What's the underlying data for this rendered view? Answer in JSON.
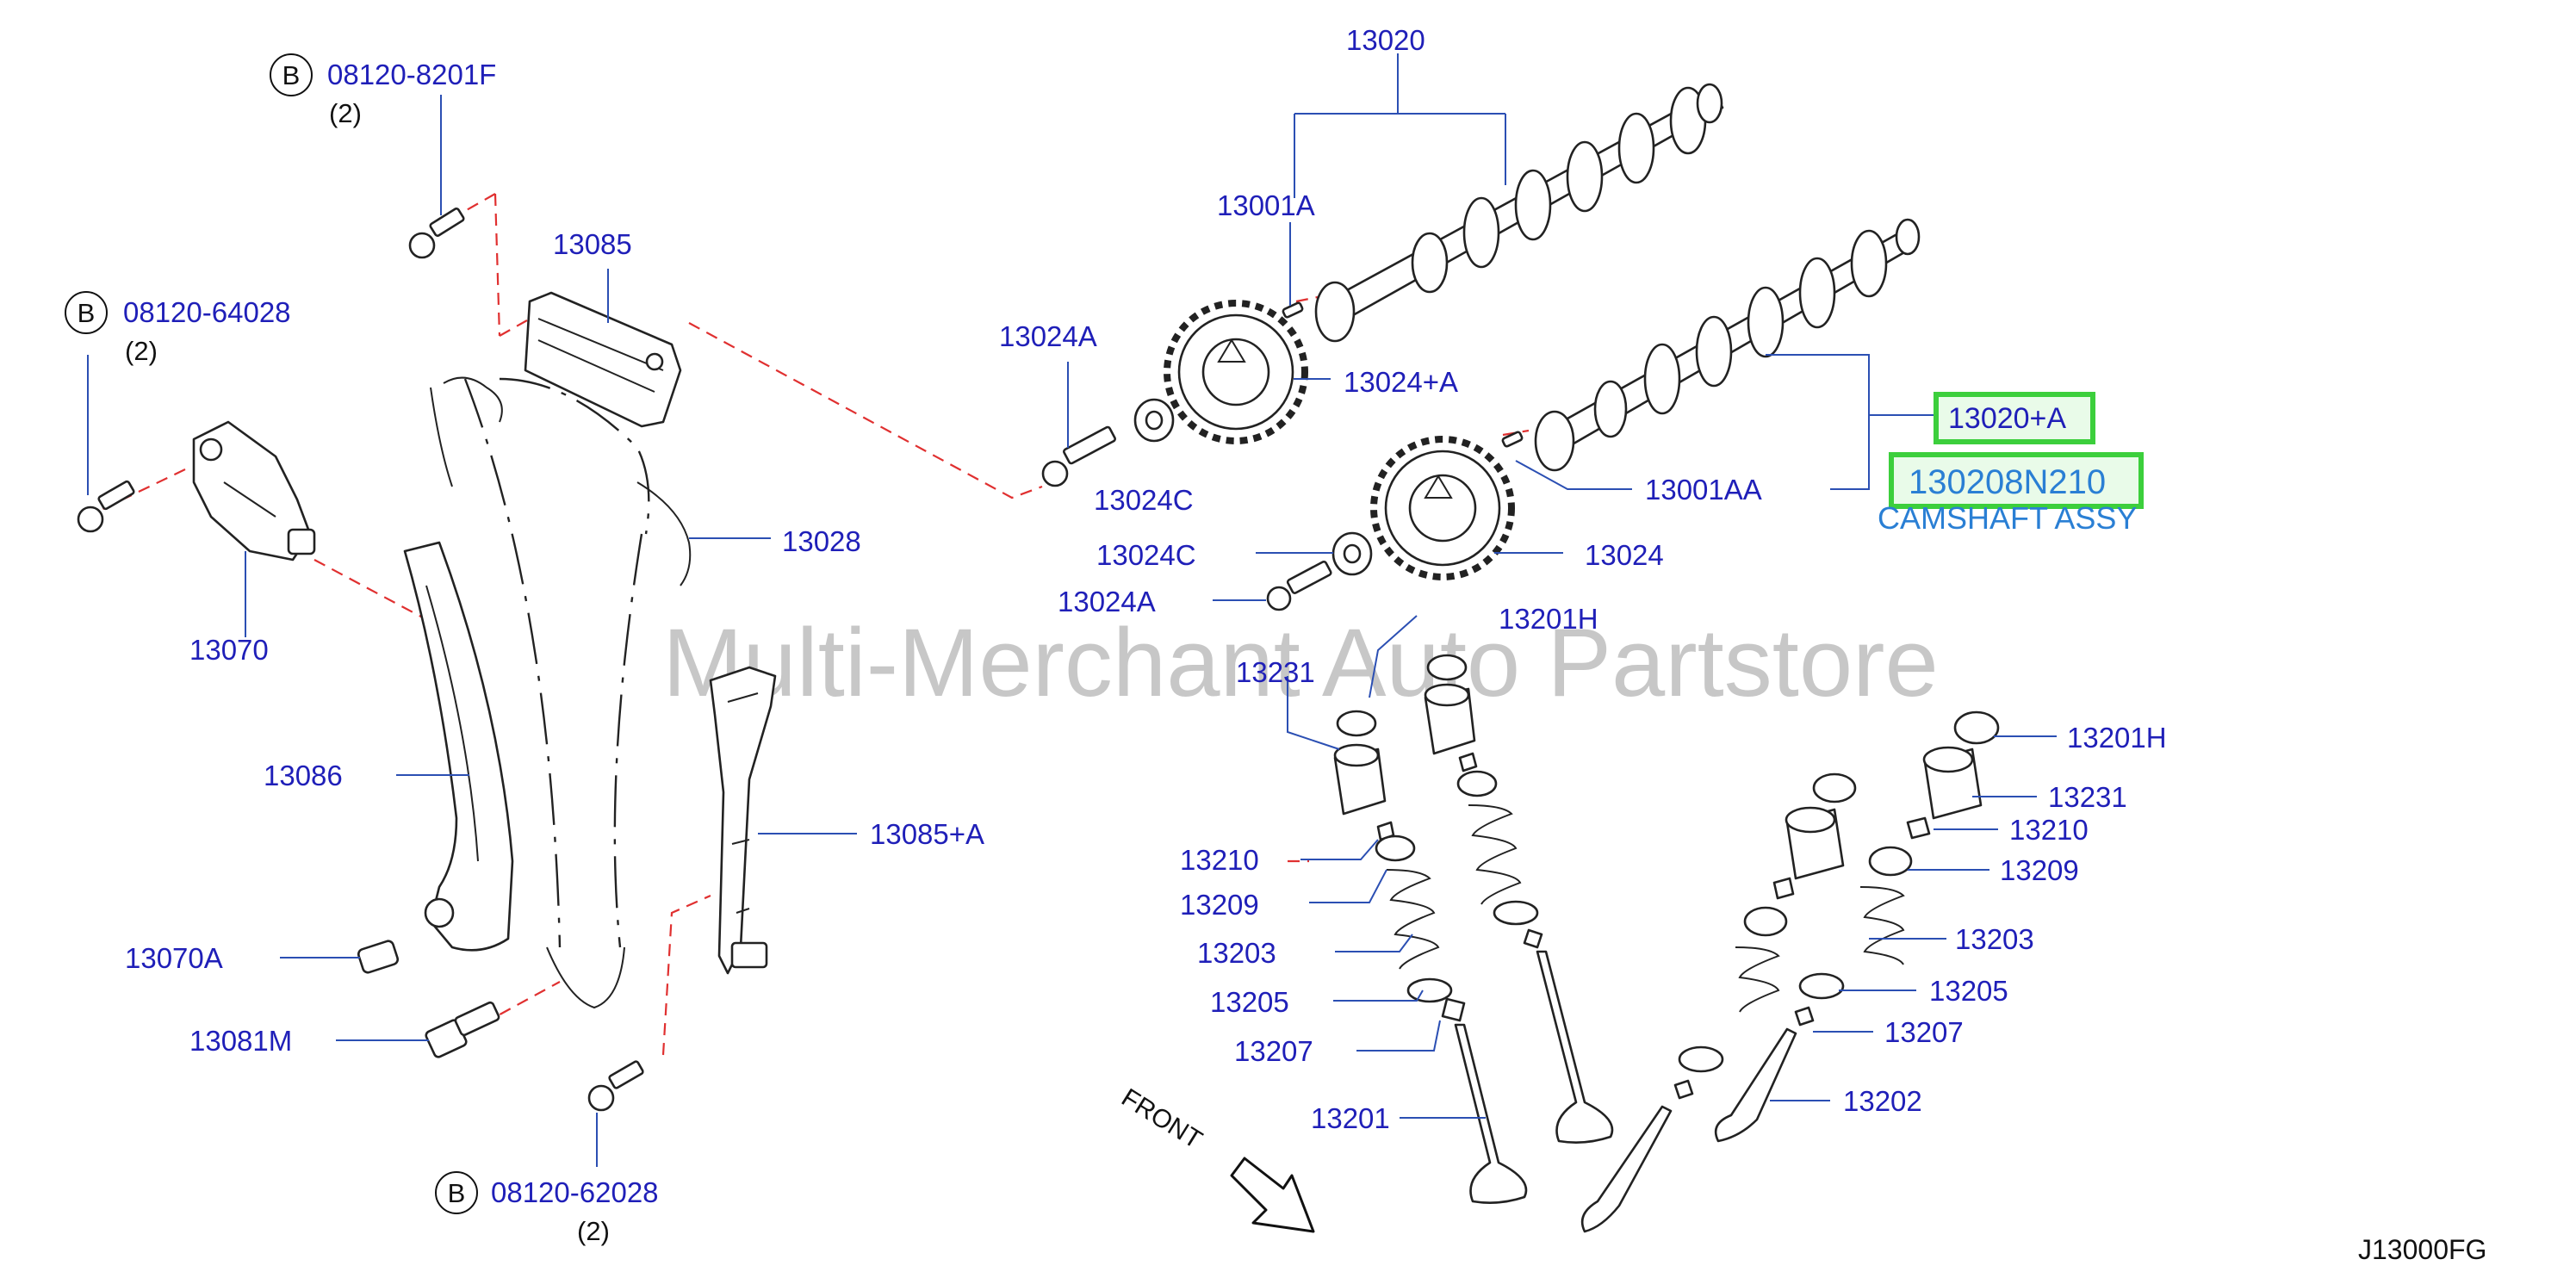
{
  "callouts": {
    "p13020": "13020",
    "p13001A": "13001A",
    "p13085": "13085",
    "p13024A_top": "13024A",
    "p13024pA": "13024+A",
    "p13024C_top": "13024C",
    "p13020pA": "13020+A",
    "p130208N210": "130208N210",
    "p13001AA": "13001AA",
    "p13028": "13028",
    "p13024C_low": "13024C",
    "p13024": "13024",
    "p13024A_low": "13024A",
    "p13070": "13070",
    "p13201H_top": "13201H",
    "p13231_left": "13231",
    "p13086": "13086",
    "p13201H_right": "13201H",
    "p13231_right": "13231",
    "p13210_right": "13210",
    "p13085pA": "13085+A",
    "p13210_left": "13210",
    "p13209_right": "13209",
    "p13209_left": "13209",
    "p13203_right": "13203",
    "p13070A": "13070A",
    "p13203_left": "13203",
    "p13205_right": "13205",
    "p13205_left": "13205",
    "p13081M": "13081M",
    "p13207_right": "13207",
    "p13207_left": "13207",
    "p13202": "13202",
    "p13201": "13201"
  },
  "bolts": {
    "b1": {
      "circle": "B",
      "part": "08120-8201F",
      "qty": "(2)"
    },
    "b2": {
      "circle": "B",
      "part": "08120-64028",
      "qty": "(2)"
    },
    "b3": {
      "circle": "B",
      "part": "08120-62028",
      "qty": "(2)"
    }
  },
  "highlight": {
    "caption": "CAMSHAFT ASSY",
    "color": "#3ccf3c"
  },
  "watermark": "Multi-Merchant Auto Partstore",
  "direction_label": "FRONT",
  "diagram_ref": "J13000FG",
  "colors": {
    "callout_text": "#1f1fb8",
    "leader": "#2b4fb3",
    "dashed_guide": "#e03030",
    "caption": "#2a7fd4"
  }
}
